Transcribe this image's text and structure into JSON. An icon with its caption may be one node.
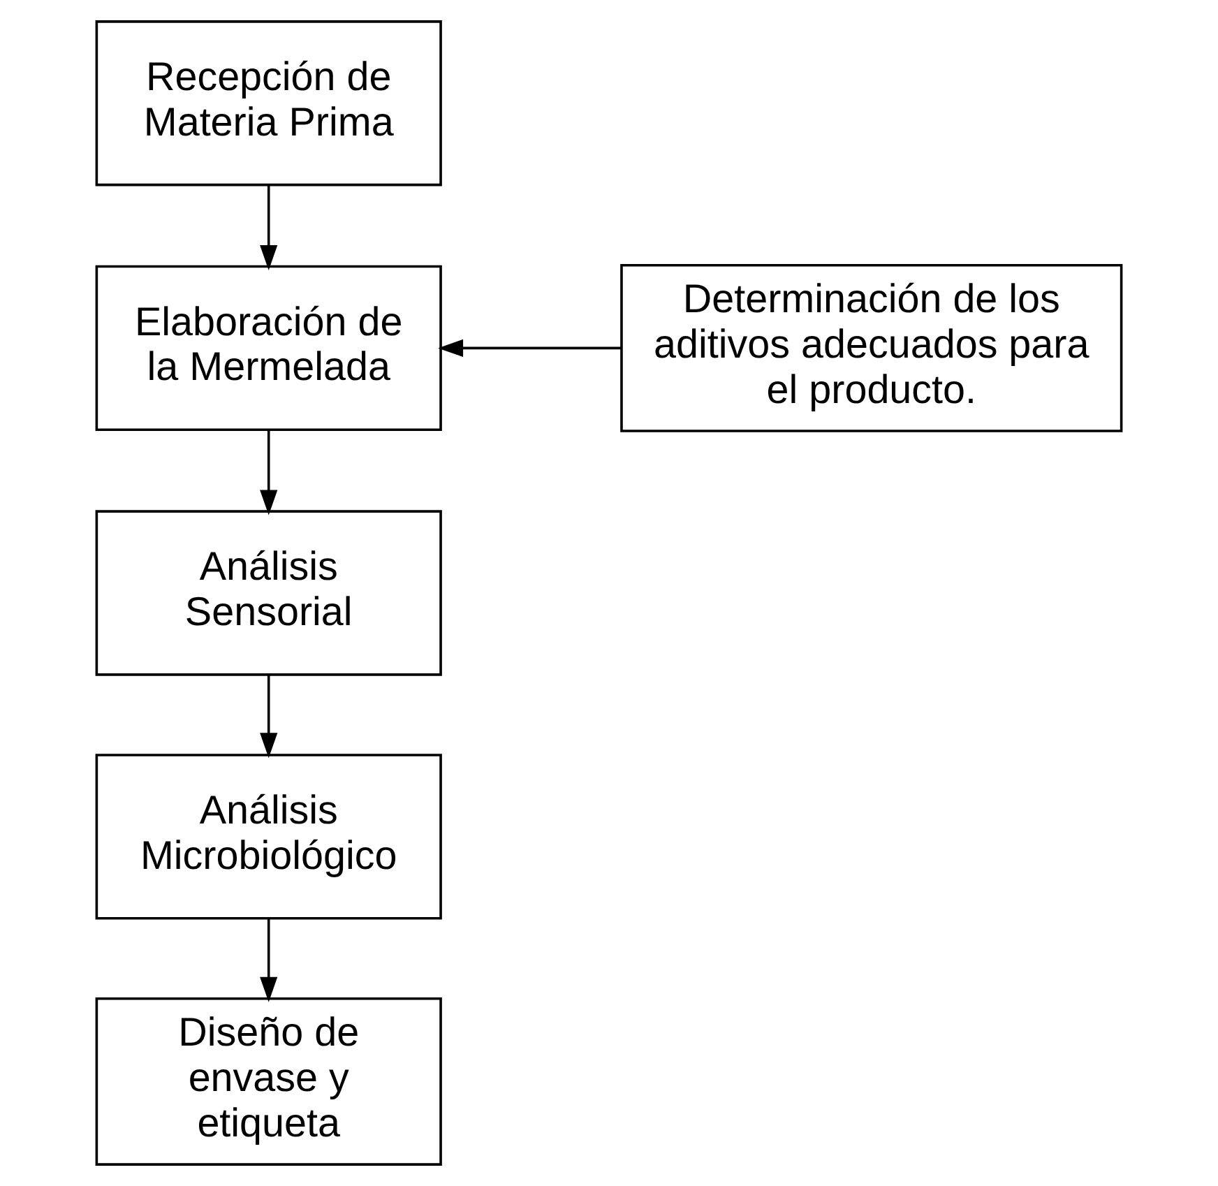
{
  "diagram": {
    "nodes": [
      {
        "text": [
          "Recepción de Materia Prima"
        ]
      },
      {
        "text": [
          "Elaboración de la Mermelada"
        ]
      },
      {
        "text": [
          "Análisis Sensorial"
        ]
      },
      {
        "text": [
          "Análisis Microbiológico"
        ]
      },
      {
        "text": [
          "Diseño de envase y etiqueta"
        ]
      },
      {
        "text": [
          "Determinación de los aditivos adecuados para el producto."
        ]
      }
    ],
    "edges": [
      {
        "from": 0,
        "to": 1,
        "arrow": "to"
      },
      {
        "from": 5,
        "to": 1,
        "arrow": "to"
      },
      {
        "from": 1,
        "to": 2,
        "arrow": "to"
      },
      {
        "from": 2,
        "to": 3,
        "arrow": "to"
      },
      {
        "from": 3,
        "to": 4,
        "arrow": "to"
      }
    ]
  }
}
